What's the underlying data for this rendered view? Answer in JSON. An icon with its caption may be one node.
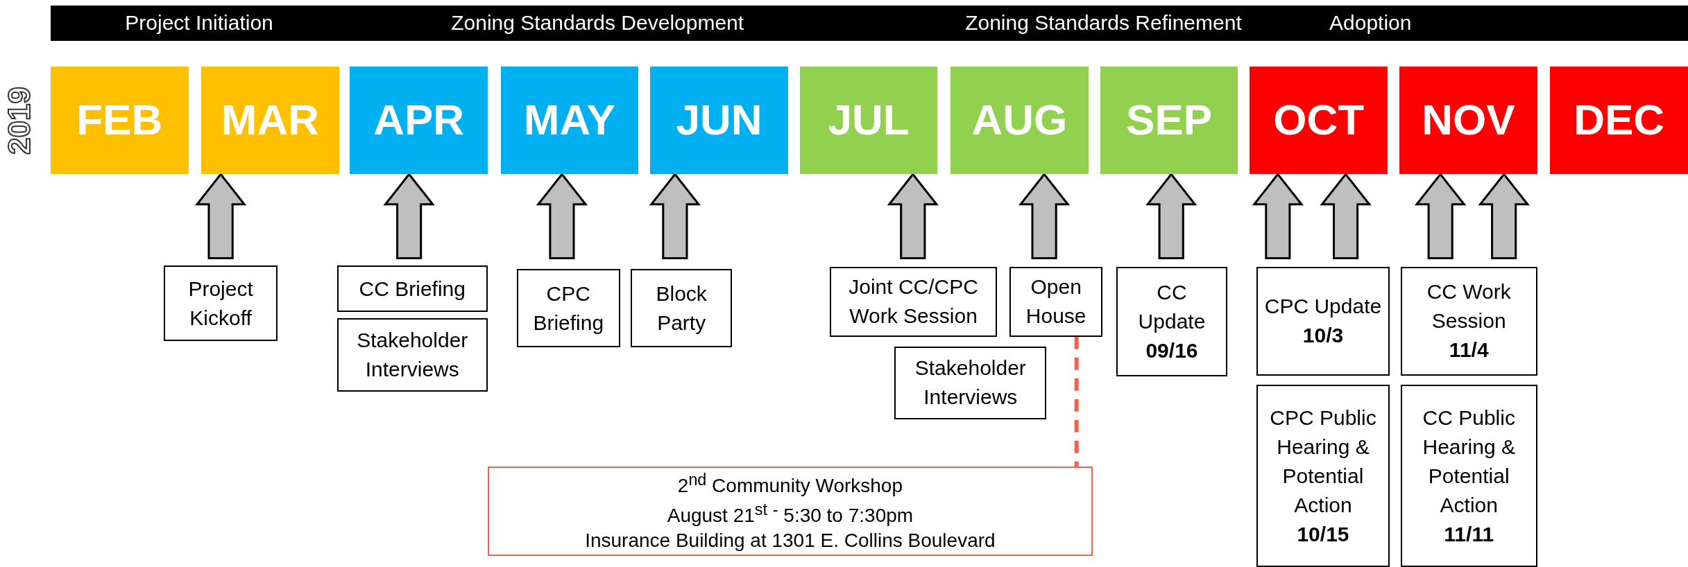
{
  "diagram": {
    "nodes": [
      {
        "text": [
          "FEB"
        ]
      },
      {
        "text": [
          "MAR"
        ]
      },
      {
        "text": [
          "APR"
        ]
      },
      {
        "text": [
          "MAY"
        ]
      },
      {
        "text": [
          "JUN"
        ]
      },
      {
        "text": [
          "JUL"
        ]
      },
      {
        "text": [
          "AUG"
        ]
      },
      {
        "text": [
          "SEP"
        ]
      },
      {
        "text": [
          "OCT"
        ]
      },
      {
        "text": [
          "NOV"
        ]
      },
      {
        "text": [
          "DEC"
        ]
      },
      {
        "text": [
          "Project Kickoff"
        ]
      },
      {
        "text": [
          "CC Briefing"
        ]
      },
      {
        "text": [
          "Stakeholder Interviews"
        ]
      },
      {
        "text": [
          "CPC Briefing"
        ]
      },
      {
        "text": [
          "Block Party"
        ]
      },
      {
        "text": [
          "Joint CC/CPC Work Session"
        ]
      },
      {
        "text": [
          "Open House"
        ]
      },
      {
        "text": [
          "Stakeholder Interviews"
        ]
      },
      {
        "text": [
          "CC Update",
          "09/16"
        ]
      },
      {
        "text": [
          "CPC Update",
          "10/3"
        ]
      },
      {
        "text": [
          "CPC Public Hearing & Potential Action",
          "10/15"
        ]
      },
      {
        "text": [
          "CC Work Session",
          "11/4"
        ]
      },
      {
        "text": [
          "CC Public Hearing & Potential Action",
          "11/11"
        ]
      },
      {
        "text": [
          "2$^{nd}$ Community Workshop",
          "August 21$^{st}$ $^{-}$ 5:30 to 7:30pm",
          "Insurance Building at 1301 E. Collins Boulevard"
        ]
      }
    ],
    "edges": [
      {
        "from": null,
        "to": 1,
        "arrow": "to"
      },
      {
        "from": null,
        "to": 2,
        "arrow": "to"
      },
      {
        "from": null,
        "to": 3,
        "arrow": "to"
      },
      {
        "from": null,
        "to": 4,
        "arrow": "to"
      },
      {
        "from": null,
        "to": 5,
        "arrow": "to"
      },
      {
        "from": null,
        "to": 6,
        "arrow": "to"
      },
      {
        "from": null,
        "to": 7,
        "arrow": "to"
      },
      {
        "from": null,
        "to": 8,
        "arrow": "to"
      },
      {
        "from": null,
        "to": 8,
        "arrow": "to"
      },
      {
        "from": null,
        "to": 9,
        "arrow": "to"
      },
      {
        "from": null,
        "to": 9,
        "arrow": "to"
      },
      {
        "from": 17,
        "to": 24,
        "arrow": "none",
        "style": "dashed",
        "color": "#f4604c"
      }
    ],
    "labels": [
      "Project Initiation",
      "Zoning Standards Development",
      "Zoning Standards Refinement",
      "Adoption",
      "2019"
    ]
  }
}
